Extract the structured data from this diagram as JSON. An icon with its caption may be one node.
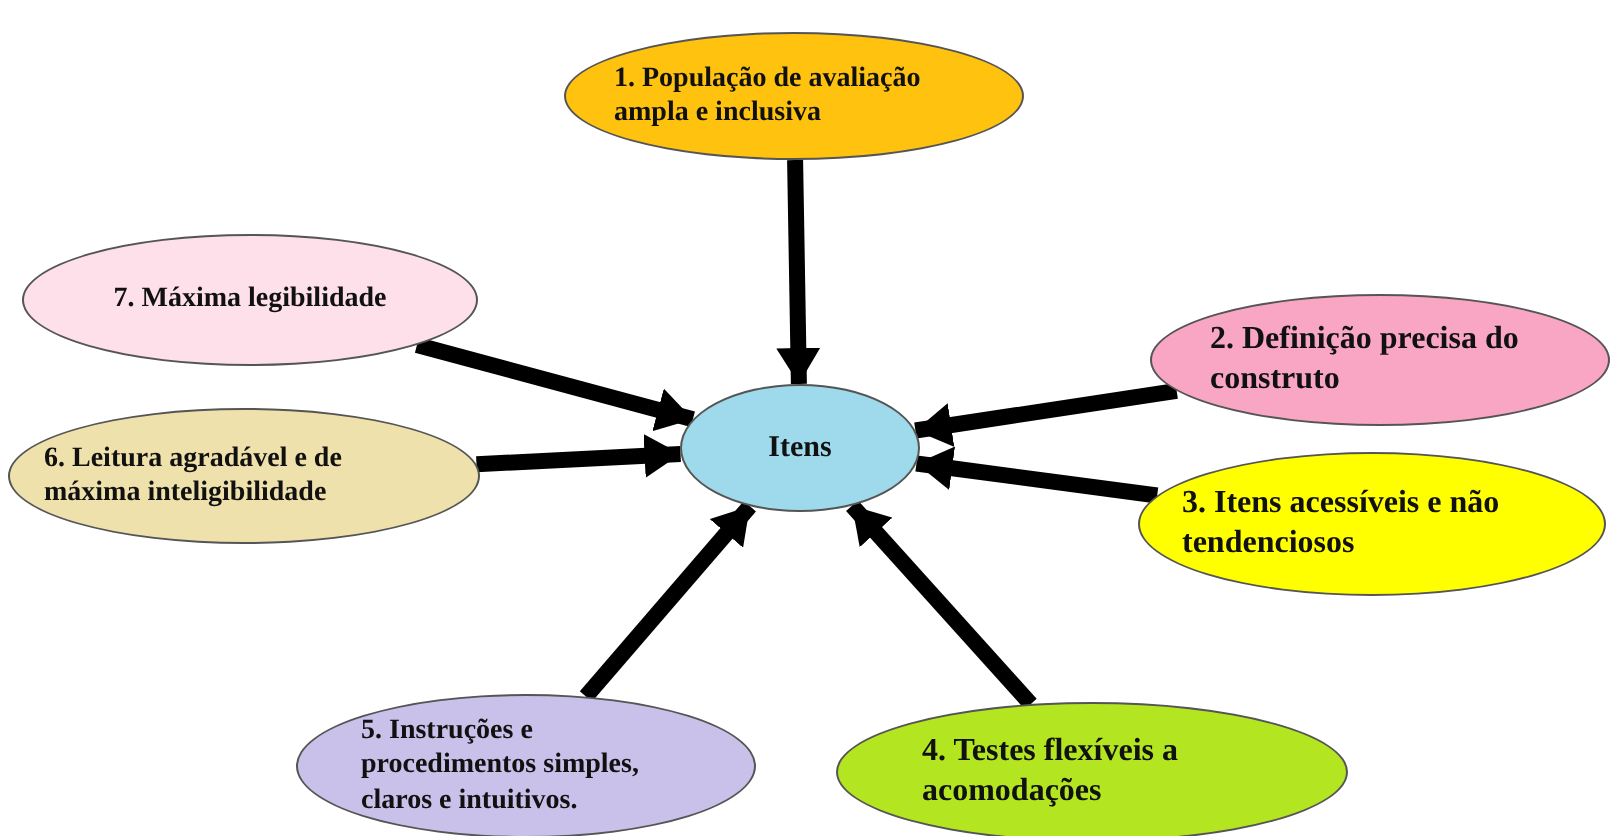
{
  "diagram": {
    "nodes": [
      {
        "text": [
          "1. População de avaliação ampla e inclusiva"
        ]
      },
      {
        "text": [
          "7. Máxima legibilidade"
        ]
      },
      {
        "text": [
          "2. Definição precisa do construto"
        ]
      },
      {
        "text": [
          "Itens"
        ]
      },
      {
        "text": [
          "6. Leitura agradável e de máxima inteligibilidade"
        ]
      },
      {
        "text": [
          "3. Itens acessíveis e não tendenciosos"
        ]
      },
      {
        "text": [
          "5. Instruções e procedimentos simples, claros e intuitivos."
        ]
      },
      {
        "text": [
          "4. Testes flexíveis a acomodações"
        ]
      }
    ],
    "edges": [
      {
        "from": 0,
        "to": 3,
        "arrow": "to"
      },
      {
        "from": 1,
        "to": 3,
        "arrow": "to"
      },
      {
        "from": 2,
        "to": 3,
        "arrow": "to"
      },
      {
        "from": 4,
        "to": 3,
        "arrow": "to"
      },
      {
        "from": 5,
        "to": 3,
        "arrow": "to"
      },
      {
        "from": 6,
        "to": 3,
        "arrow": "to"
      },
      {
        "from": 7,
        "to": 3,
        "arrow": "to"
      }
    ]
  }
}
